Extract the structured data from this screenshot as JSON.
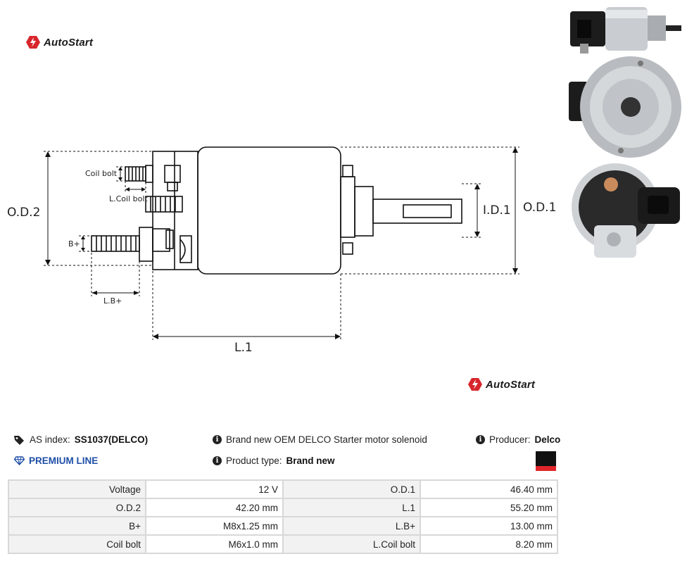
{
  "brand": {
    "name": "AutoStart"
  },
  "drawing": {
    "labels": {
      "od2": "O.D.2",
      "od1": "O.D.1",
      "id1": "I.D.1",
      "l1": "L.1",
      "coil_bolt": "Coil bolt",
      "l_coil_bolt": "L.Coil bolt",
      "b_plus": "B+",
      "l_b_plus": "L.B+"
    }
  },
  "product": {
    "as_index_label": "AS index:",
    "as_index_value": "SS1037(DELCO)",
    "line": "PREMIUM LINE",
    "description": "Brand new OEM DELCO Starter motor solenoid",
    "type_label": "Product type:",
    "type_value": "Brand new",
    "producer_label": "Producer:",
    "producer_value": "Delco",
    "swatch_colors": [
      "#111111",
      "#e0262b"
    ]
  },
  "specs": [
    {
      "label1": "Voltage",
      "value1": "12 V",
      "label2": "O.D.1",
      "value2": "46.40 mm"
    },
    {
      "label1": "O.D.2",
      "value1": "42.20 mm",
      "label2": "L.1",
      "value2": "55.20 mm"
    },
    {
      "label1": "B+",
      "value1": "M8x1.25 mm",
      "label2": "L.B+",
      "value2": "13.00 mm"
    },
    {
      "label1": "Coil bolt",
      "value1": "M6x1.0 mm",
      "label2": "L.Coil bolt",
      "value2": "8.20 mm"
    }
  ]
}
